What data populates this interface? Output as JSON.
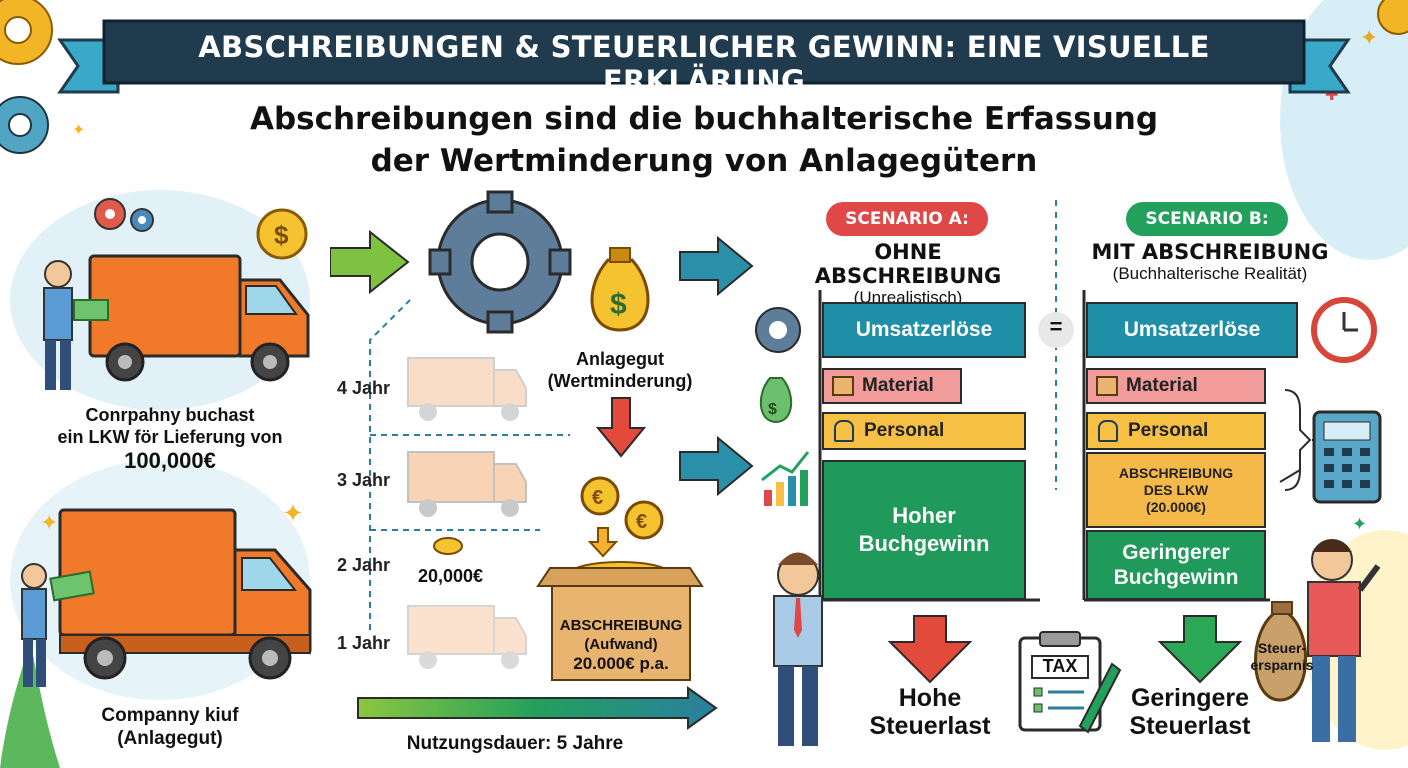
{
  "header": {
    "title": "ABSCHREIBUNGEN & STEUERLICHER GEWINN: EINE VISUELLE ERKLÄRUNG",
    "subtitle_line1": "Abschreibungen sind die buchhalterische Erfassung",
    "subtitle_line2": "der Wertminderung von Anlagegütern"
  },
  "left": {
    "purchase_line1": "Conrpahny buchast",
    "purchase_line2": "ein LKW för Lieferung von",
    "purchase_amount": "100,000€",
    "asset_line1": "Companny kiuf",
    "asset_line2": "(Anlagegut)"
  },
  "middle": {
    "asset_label_line1": "Anlagegut",
    "asset_label_line2": "(Wertminderung)",
    "years": [
      "4 Jahr",
      "3 Jahr",
      "2 Jahr",
      "1 Jahr"
    ],
    "coin_amount": "20,000€",
    "box_line1": "ABSCHREIBUNG",
    "box_line2": "(Aufwand)",
    "box_line3": "20.000€ p.a.",
    "lifetime": "Nutzungsdauer: 5 Jahre"
  },
  "scenario_a": {
    "tag": "SCENARIO A:",
    "title": "OHNE ABSCHREIBUNG",
    "note": "(Unrealistisch)",
    "revenue": "Umsatzerlöse",
    "material": "Material",
    "personnel": "Personal",
    "profit_line1": "Hoher",
    "profit_line2": "Buchgewinn",
    "tax_line1": "Hohe",
    "tax_line2": "Steuerlast"
  },
  "scenario_b": {
    "tag": "SCENARIO B:",
    "title": "MIT ABSCHREIBUNG",
    "note": "(Buchhalterische Realität)",
    "revenue": "Umsatzerlöse",
    "material": "Material",
    "personnel": "Personal",
    "depr_line1": "ABSCHREIBUNG",
    "depr_line2": "DES LKW",
    "depr_line3": "(20.000€)",
    "profit_line1": "Geringerer",
    "profit_line2": "Buchgewinn",
    "tax_line1": "Geringere",
    "tax_line2": "Steuerlast",
    "savings_line1": "Steuer-",
    "savings_line2": "ersparnis"
  },
  "misc": {
    "equals": "=",
    "tax_doc": "TAX",
    "dollar": "$",
    "euro": "€"
  },
  "colors": {
    "banner": "#1f3b4d",
    "ribbon": "#3aa9c9",
    "revenue": "#1f8fa8",
    "material": "#f29b9b",
    "personnel": "#f5c044",
    "depreciation": "#f5b94a",
    "profit": "#1f9a5b",
    "tag_a": "#e04848",
    "tag_b": "#23a05c",
    "truck": "#f07a2a",
    "arrow_red": "#e24b3b",
    "arrow_green": "#2aa856"
  }
}
